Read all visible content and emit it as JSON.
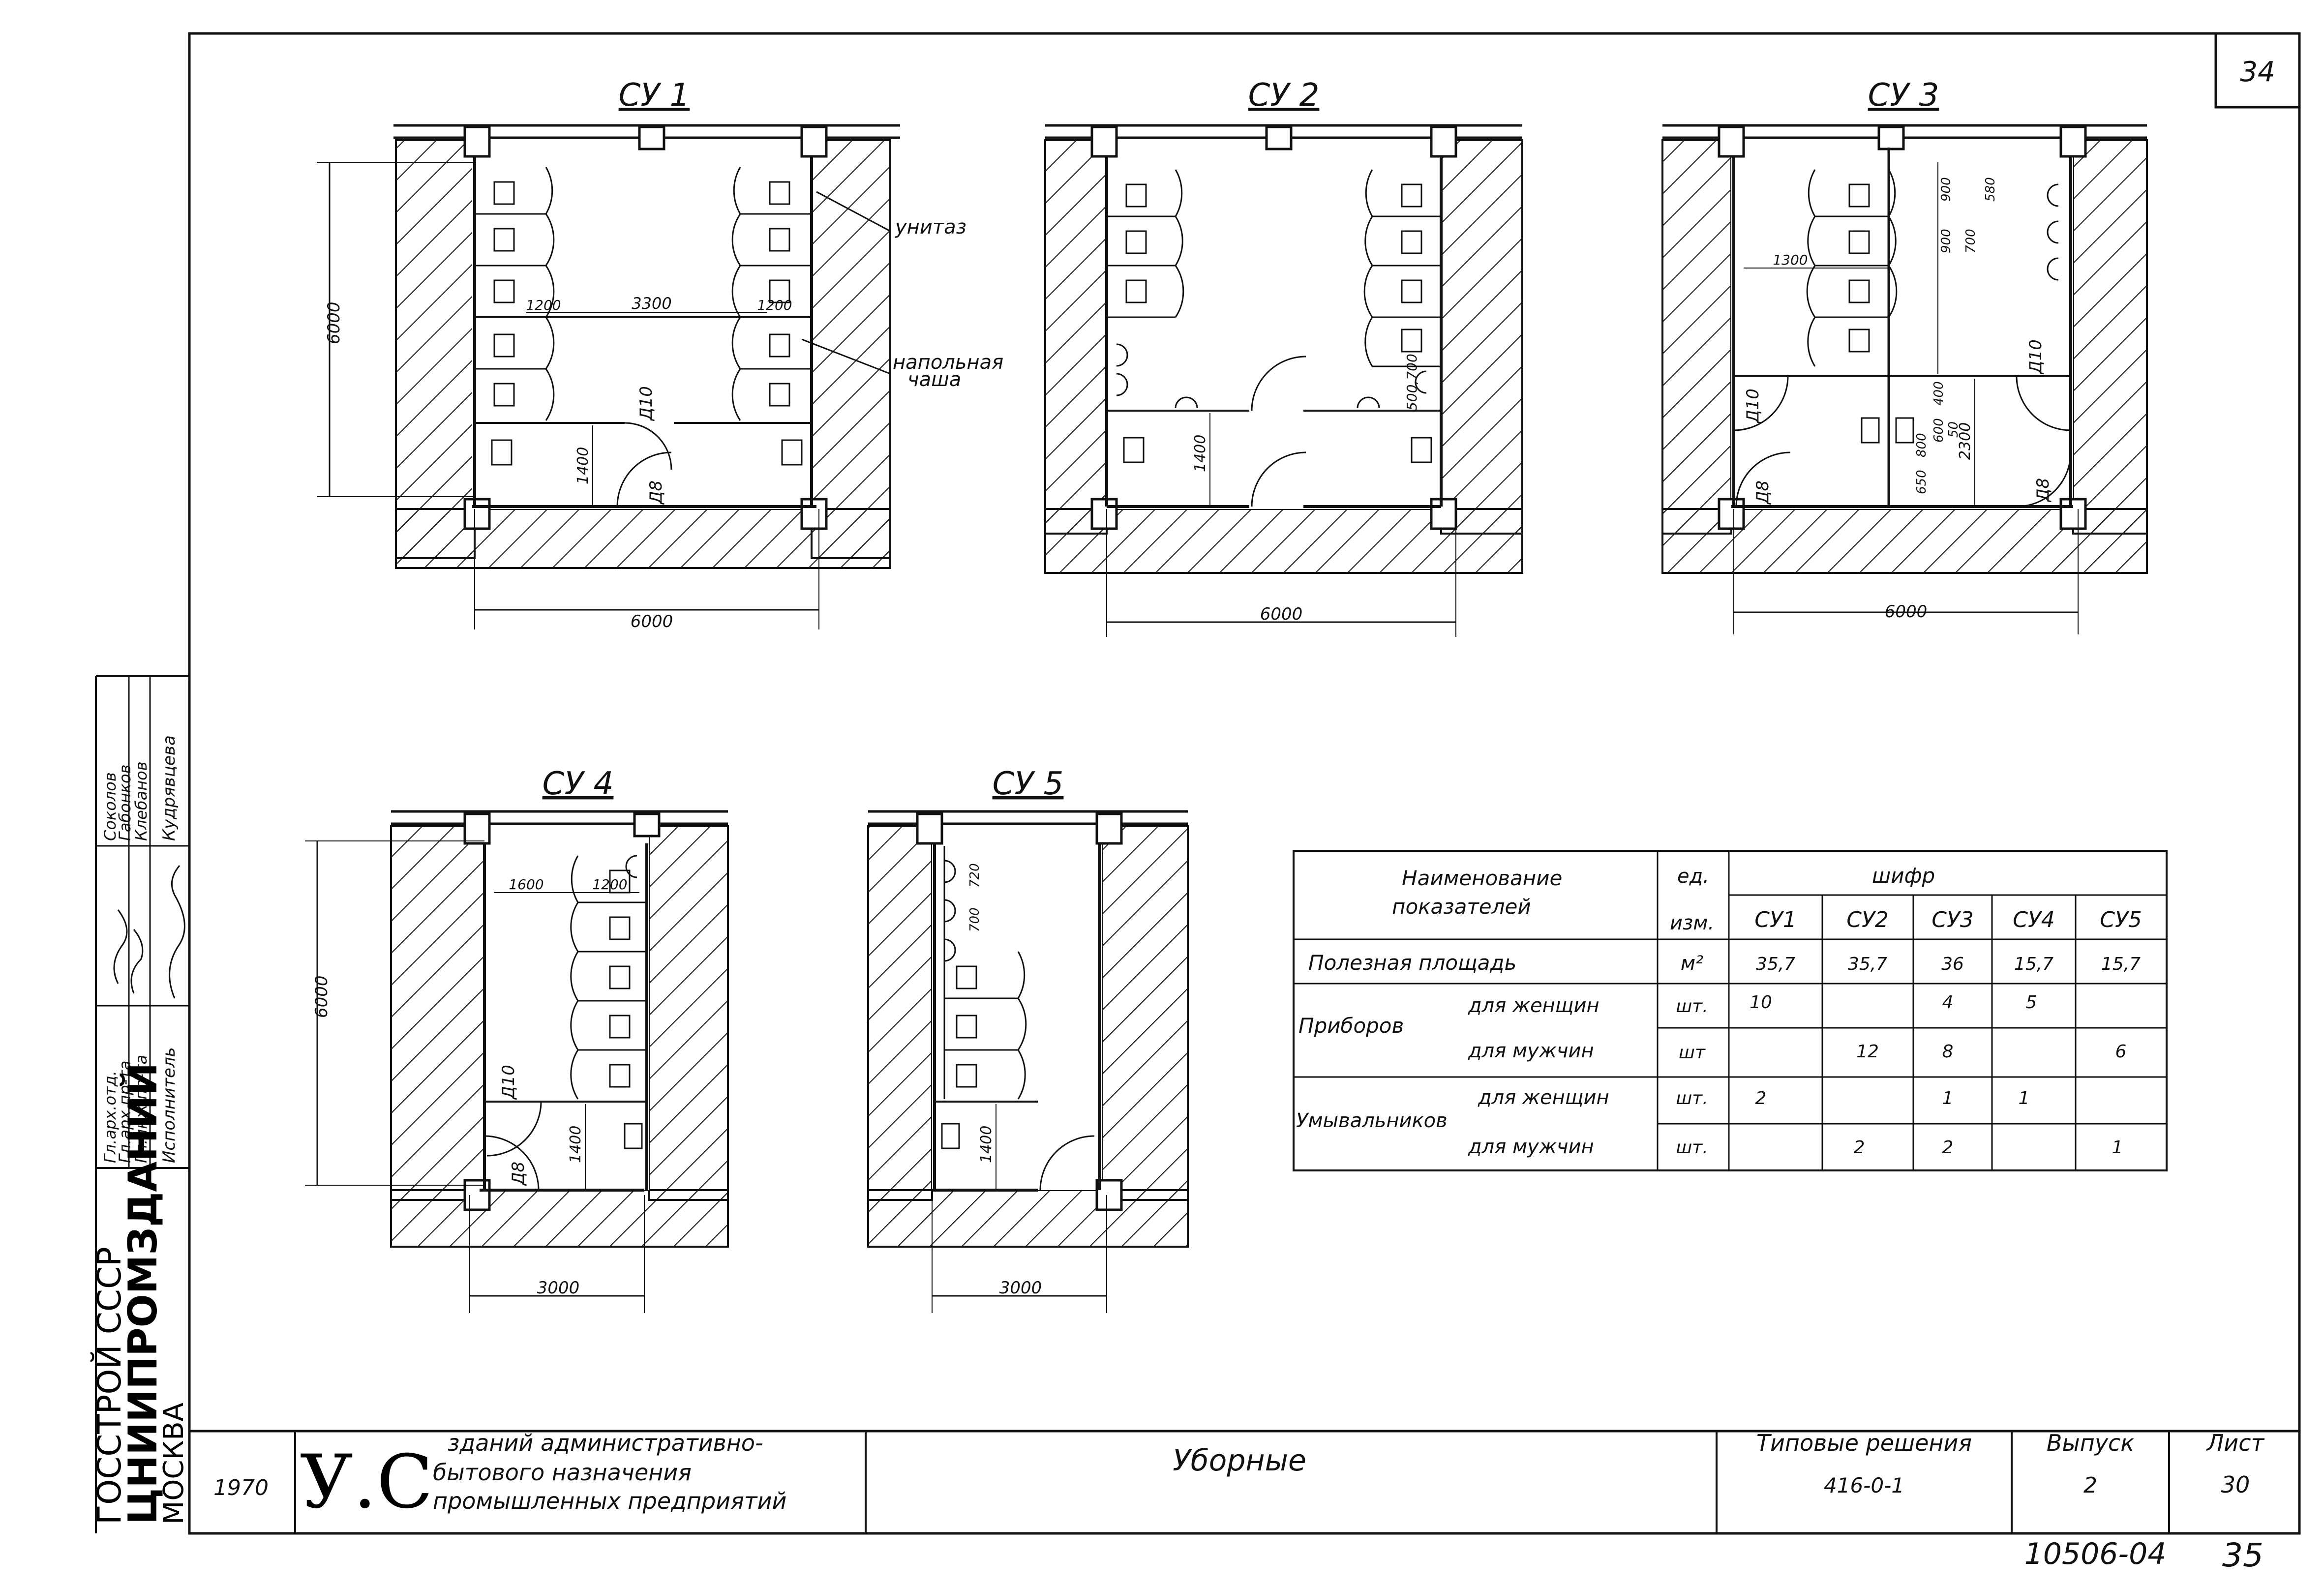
{
  "sheet": {
    "corner_number": "34",
    "bottom_code": "10506-04",
    "bottom_page": "35"
  },
  "plans": [
    {
      "title": "СУ 1",
      "dims": {
        "width": "6000",
        "height": "6000",
        "inner": "3300",
        "cab_left": "1200",
        "cab_right": "1200",
        "vestibule": "1400"
      },
      "doors": [
        "Д10",
        "Д8"
      ],
      "callouts": [
        "унитаз",
        "напольная",
        "чаша"
      ]
    },
    {
      "title": "СУ 2",
      "dims": {
        "width": "6000",
        "vestibule": "1400",
        "side": "500,700"
      }
    },
    {
      "title": "СУ 3",
      "dims": {
        "width": "6000",
        "cab_width": "1300",
        "cab_pitch": "900",
        "right_pitch": "700",
        "top_right": "900",
        "top_right2": "580",
        "vest_room": "2300",
        "sink_a": "650",
        "sink_b": "800",
        "sink_c": "600",
        "sink_d": "400",
        "sink_e": "50"
      },
      "doors": [
        "Д10",
        "Д8",
        "Д10",
        "Д8"
      ]
    },
    {
      "title": "СУ 4",
      "dims": {
        "width": "3000",
        "height": "6000",
        "cab_left": "1600",
        "cab_right": "1200",
        "vestibule": "1400"
      },
      "doors": [
        "Д10",
        "Д8"
      ]
    },
    {
      "title": "СУ 5",
      "dims": {
        "width": "3000",
        "top": "720",
        "urinal": "700",
        "vestibule": "1400"
      }
    }
  ],
  "table": {
    "header_name": [
      "Наименование",
      "показателей"
    ],
    "header_unit": [
      "ед.",
      "изм."
    ],
    "header_code": "шифр",
    "columns": [
      "СУ1",
      "СУ2",
      "СУ3",
      "СУ4",
      "СУ5"
    ],
    "rows": [
      {
        "name": "Полезная площадь",
        "unit": "м²",
        "values": [
          "35,7",
          "35,7",
          "36",
          "15,7",
          "15,7"
        ]
      },
      {
        "group": "Приборов",
        "name": "для женщин",
        "unit": "шт.",
        "values": [
          "10",
          "",
          "4",
          "5",
          ""
        ]
      },
      {
        "group": "",
        "name": "для мужчин",
        "unit": "шт",
        "values": [
          "",
          "12",
          "8",
          "",
          "6"
        ]
      },
      {
        "group": "Умывальников",
        "name": "для женщин",
        "unit": "шт.",
        "values": [
          "2",
          "",
          "1",
          "1",
          ""
        ]
      },
      {
        "group": "",
        "name": "для мужчин",
        "unit": "шт.",
        "values": [
          "",
          "2",
          "2",
          "",
          "1"
        ]
      }
    ]
  },
  "side_block": {
    "org_line1": "ГОССТРОЙ СССР",
    "org_line2": "ЦНИИПРОМЗДАНИЙ",
    "org_line3": "МОСКВА",
    "roles": [
      "Гл.арх.отд.",
      "Гл.арх.пр-та",
      "Гл.инж.пр-та",
      "Исполнитель"
    ],
    "names": [
      "Соколов",
      "Габонков",
      "Клебанов",
      "Кудрявцева"
    ]
  },
  "title_block": {
    "year": "1970",
    "series": "У.С",
    "desc": [
      "зданий административно-",
      "бытового назначения",
      "промышленных предприятий"
    ],
    "title": "Уборные",
    "kind": "Типовые решения",
    "code": "416-0-1",
    "issue_label": "Выпуск",
    "issue": "2",
    "sheet_label": "Лист",
    "sheet_no": "30"
  }
}
